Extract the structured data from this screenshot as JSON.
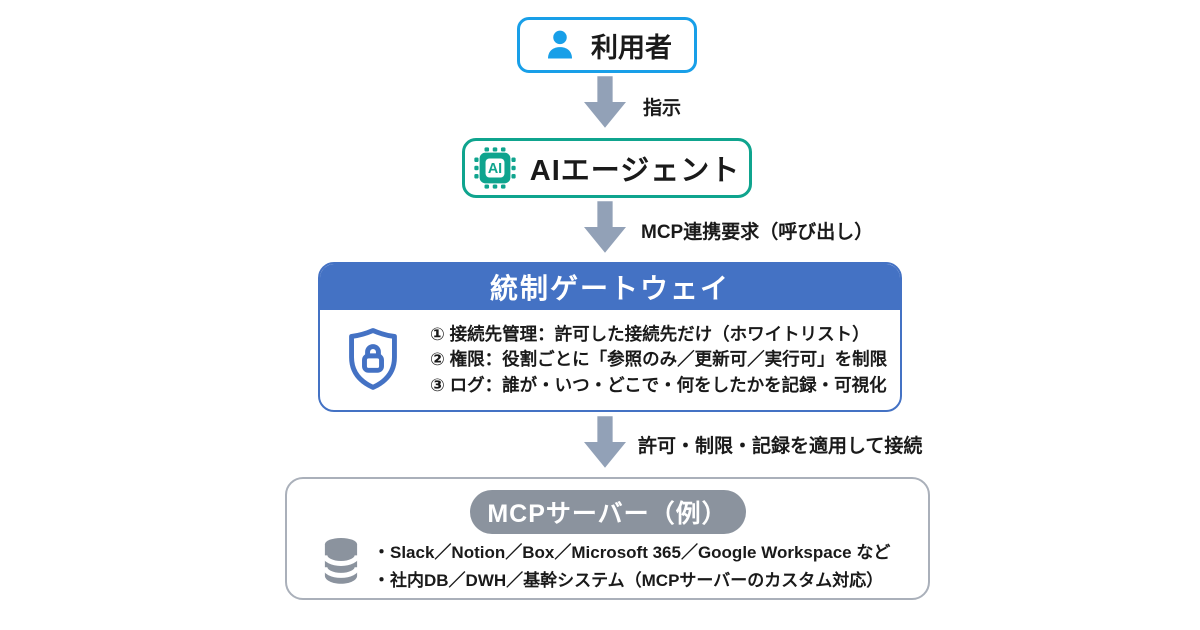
{
  "colors": {
    "user_blue": "#189FE8",
    "agent_teal": "#0FA48E",
    "gateway_blue": "#4472C4",
    "arrow_slate": "#92A1B7",
    "mcp_gray": "#8B939E",
    "mcp_border": "#AAB0BA",
    "text_dark": "#1A1A1A"
  },
  "flow": {
    "user": {
      "label": "利用者"
    },
    "step1": {
      "label": "指示"
    },
    "agent": {
      "label": "AIエージェント",
      "chip_text": "AI"
    },
    "step2": {
      "label": "MCP連携要求（呼び出し）"
    },
    "gateway": {
      "title": "統制ゲートウェイ",
      "items": [
        "① 接続先管理：許可した接続先だけ（ホワイトリスト）",
        "② 権限：役割ごとに「参照のみ／更新可／実行可」を制限",
        "③ ログ：誰が・いつ・どこで・何をしたかを記録・可視化"
      ]
    },
    "step3": {
      "label": "許可・制限・記録を適用して接続"
    },
    "mcp": {
      "title": "MCPサーバー（例）",
      "items": [
        "・Slack／Notion／Box／Microsoft 365／Google Workspace など",
        "・社内DB／DWH／基幹システム（MCPサーバーのカスタム対応）"
      ]
    }
  }
}
